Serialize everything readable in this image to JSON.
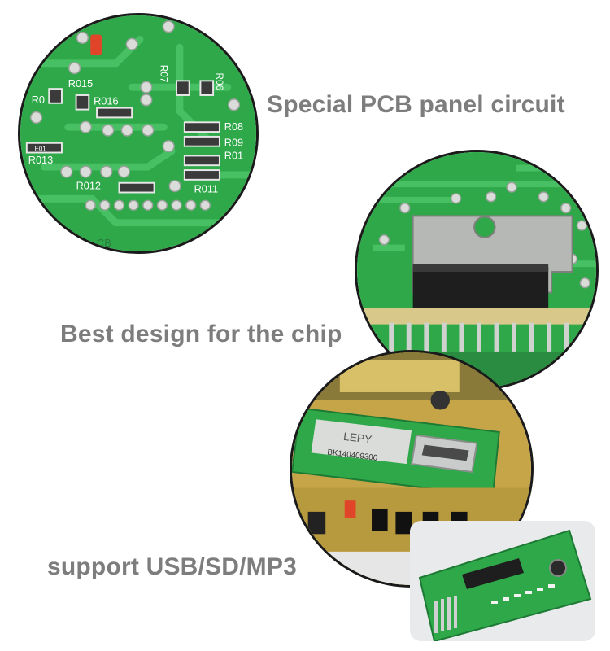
{
  "captions": {
    "pcb_panel": "Special PCB panel circuit",
    "chip_design": "Best design for the chip",
    "formats": "support USB/SD/MP3"
  },
  "board_labels": {
    "r015": "R015",
    "r016": "R016",
    "r013": "R013",
    "r012": "R012",
    "r07": "R07",
    "r06": "R06",
    "r08": "R08",
    "r09": "R09",
    "r01": "R01",
    "r011": "R011",
    "r10": "R0",
    "e01": "E01",
    "pcb_mark": "CB"
  },
  "module_labels": {
    "brand": "LEPY",
    "serial": "BK140409300"
  },
  "colors": {
    "caption_text": "#7d7d7d",
    "pcb_green": "#2fa84a",
    "trace_green": "#4fc46a",
    "solder": "#d9dcd8",
    "border": "#1a1a1a"
  }
}
